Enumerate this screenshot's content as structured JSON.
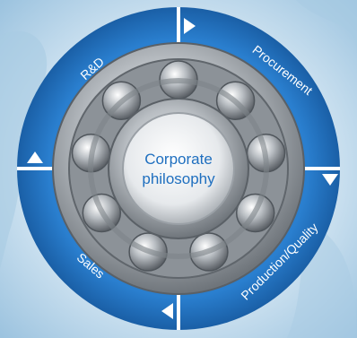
{
  "diagram": {
    "center": {
      "line1": "Corporate",
      "line2": "philosophy"
    },
    "segments": [
      {
        "id": "rd",
        "label": "R&D"
      },
      {
        "id": "procurement",
        "label": "Procurement"
      },
      {
        "id": "production",
        "label": "Production/Quality"
      },
      {
        "id": "sales",
        "label": "Sales"
      }
    ]
  },
  "colors": {
    "ring": "#1f6fbf",
    "background": "#bcd8ea",
    "center_text": "#1f6fbf",
    "label_text": "#ffffff",
    "bearing_steel": "#a9aeb3"
  }
}
